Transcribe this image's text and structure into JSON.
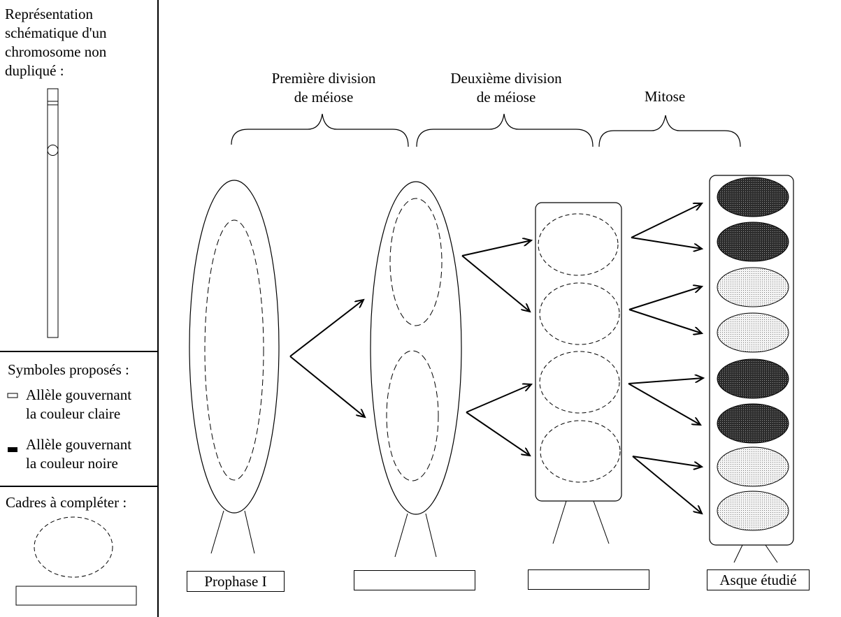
{
  "left_panel": {
    "chromosome_caption": [
      "Représentation",
      "schématique d'un",
      "chromosome non",
      "dupliqué :"
    ],
    "symbols_title": "Symboles proposés :",
    "allele_light": [
      "Allèle gouvernant",
      "la couleur claire"
    ],
    "allele_dark": [
      "Allèle gouvernant",
      "la couleur noire"
    ],
    "frames_title": "Cadres à compléter :"
  },
  "stage_titles": {
    "meiosis_1": [
      "Première division",
      "de méiose"
    ],
    "meiosis_2": [
      "Deuxième division",
      "de méiose"
    ],
    "mitosis": "Mitose"
  },
  "stage_labels": [
    "Prophase I",
    "",
    "",
    "Asque étudié"
  ],
  "ascus_spores": [
    "dark",
    "dark",
    "light",
    "light",
    "dark",
    "dark",
    "light",
    "light"
  ],
  "colors": {
    "dark_spore": "#3a3a3a",
    "light_spore": "#e6e6e6",
    "line": "#000000"
  }
}
